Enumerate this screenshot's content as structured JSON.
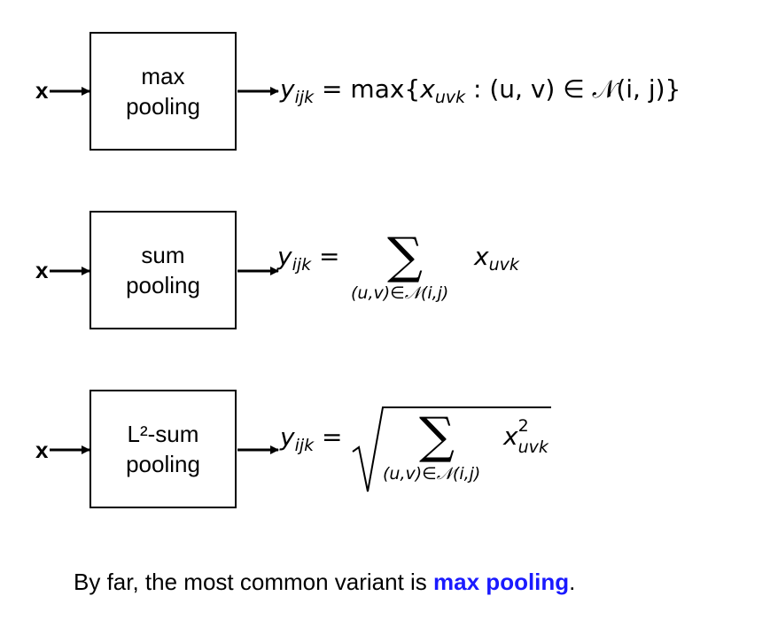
{
  "rows": [
    {
      "input": "x",
      "box_line1": "max",
      "box_line2": "pooling"
    },
    {
      "input": "x",
      "box_line1": "sum",
      "box_line2": "pooling"
    },
    {
      "input": "x",
      "box_line1": "L²-sum",
      "box_line2": "pooling"
    }
  ],
  "formulas": {
    "y": "y",
    "ijk": "ijk",
    "equals": "=",
    "max_fn": "max{",
    "x": "x",
    "uvk": "uvk",
    "colon_set": " : (u, v) ∈ 𝒩(i, j)}",
    "sigma": "∑",
    "index_set": "(u,v)∈𝒩(i,j)",
    "sq": "2"
  },
  "footer": {
    "prefix": "By far, the most common variant is ",
    "highlight": "max pooling",
    "suffix": "."
  },
  "colors": {
    "highlight": "#1a1aff"
  }
}
